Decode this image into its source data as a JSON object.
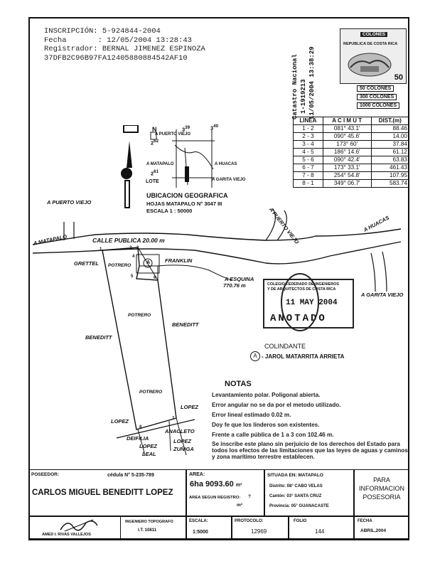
{
  "registry": {
    "line1": "INSCRIPCIÓN: 5-924844-2004",
    "line2": "Fecha       : 12/05/2004 13:28:43",
    "line3": "Registrador: BERNAL JIMENEZ ESPINOZA",
    "line4": "37DFB2C96B97FA12405880884542AF10"
  },
  "catastro": {
    "title": "Catastro Nacional",
    "number": "1-1919213",
    "datetime": "11/05/2004 13:38:29"
  },
  "fiscal_stamp": {
    "top": "COLONES",
    "country": "REPUBLICA DE COSTA RICA",
    "value": "50"
  },
  "denominations": [
    "50 COLONES",
    "300 COLONES",
    "1000 COLONES"
  ],
  "azimuth_table": {
    "headers": [
      "LINEA",
      "A C I M U T",
      "DIST.(m)"
    ],
    "rows": [
      [
        "1 - 2",
        "081° 43.1'",
        "88.46"
      ],
      [
        "2 - 3",
        "090° 45.6'",
        "14.00"
      ],
      [
        "3 - 4",
        "173° 60'",
        "37.84"
      ],
      [
        "4 - 5",
        "186° 14.6'",
        "61.12"
      ],
      [
        "5 - 6",
        "090° 42.4'",
        "63.83"
      ],
      [
        "6 - 7",
        "173° 33.1'",
        "461.43"
      ],
      [
        "7 - 8",
        "254° 54.8'",
        "107.95"
      ],
      [
        "8 - 1",
        "349° 06.7'",
        "583.74"
      ]
    ]
  },
  "location_map": {
    "north": "N",
    "sheet_left": "3",
    "sheet_left_sub": "39",
    "sheet_right": "3",
    "sheet_right_sub": "40",
    "row_top": "2",
    "row_top_sub": "62",
    "row_bottom": "2",
    "row_bottom_sub": "61",
    "puerto_viejo": "A PUERTO VIEJO",
    "matapalo": "A MATAPALO",
    "huacas": "A HUACAS",
    "garita": "A GARITA VIEJO",
    "lote": "LOTE",
    "title": "UBICACION GEOGRAFICA",
    "hojas": "HOJAS MATAPALO N° 3047 III",
    "escala": "ESCALA 1 : 50000"
  },
  "plan": {
    "a_puerto_viejo_left": "A PUERTO VIEJO",
    "a_puerto_viejo_right": "A PUERTO VIEJO",
    "a_matapalo": "A MATAPALO",
    "calle": "CALLE PUBLICA 20.00 m",
    "a_huacas": "A HUACAS",
    "a_esquina": "A ESQUINA",
    "esquina_dist": "770.76 m",
    "a_garita": "A GARITA VIEJO",
    "gretel": "GRETTEL",
    "franklin": "FRANKLIN",
    "potrero_top": "POTRERO",
    "potrero_mid": "POTRERO",
    "potrero_low": "POTRERO",
    "beneditt_left": "BENEDITT",
    "beneditt_right": "BENEDITT",
    "lopez_left": "LOPEZ",
    "lopez_right": "LOPEZ",
    "anacleto": "ANACLETO",
    "lopez_zuniga_1": "LOPEZ",
    "lopez_zuniga_2": "ZUÑIGA",
    "deifilia": "DEIFILIA",
    "deifilia_2": "LOPEZ",
    "deifilia_3": "LEAL",
    "circle_a": "A",
    "p1": "1",
    "p2": "2",
    "p3": "3",
    "p4": "4",
    "p5": "5",
    "p6": "6",
    "p7": "7",
    "p8": "8"
  },
  "college_stamp": {
    "line1": "COLEGIO FEDERADO DE INGENIEROS",
    "line2": "Y DE ARQUITECTOS DE COSTA RICA",
    "date": "11 MAY 2004",
    "mark": "ANOTADO"
  },
  "colindante": {
    "title": "COLINDANTE",
    "symbol": "A",
    "name": "- JAROL MATARRITA ARRIETA"
  },
  "notas": {
    "title": "NOTAS",
    "items": [
      "Levantamiento polar. Poligonal abierta.",
      "Error angular no se da por el metodo utilizado.",
      "Error lineal estimado 0.02 m.",
      "Doy fe que los linderos son existentes.",
      "Frente a calle pública de 1 a 3 con 102.46 m.",
      "Se inscribe este plano sin perjuicio de los derechos del Estado para todos los efectos de las limitaciones que las leyes de aguas y caminos y zona marítimo terrestre establecen."
    ]
  },
  "footer": {
    "poseedor_label": "POSEEDOR:",
    "cedula": "cédula N° 5-235-789",
    "poseedor_name": "CARLOS MIGUEL BENEDITT LOPEZ",
    "area_label": "AREA:",
    "area_value": "6ha 9093.60",
    "area_unit": "m²",
    "area_registro_label": "AREA SEGUN REGISTRO:",
    "area_registro_value": "?",
    "area_registro_unit": "m²",
    "situada_label": "SITUADA EN:",
    "situada_value": "MATAPALO",
    "distrito": "Distrito: 08° CABO VELAS",
    "canton": "Cantón: 03° SANTA CRUZ",
    "provincia": "Provincia: 05° GUANACASTE",
    "para": "PARA",
    "informacion": "INFORMACION",
    "posesoria": "POSESORIA",
    "ingeniero_name": "AMED I. RIVAS VALLEJOS",
    "ingeniero_title": "INGENIERO TOPOGRAFO",
    "ingeniero_code": "I.T. 10811",
    "escala_label": "ESCALA:",
    "escala_value": "1:5000",
    "protocolo_label": "PROTOCOLO:",
    "protocolo_value": "12969",
    "folio_label": "FOLIO",
    "folio_value": "144",
    "fecha_label": "FECHA",
    "fecha_value": "ABRIL,2004"
  }
}
